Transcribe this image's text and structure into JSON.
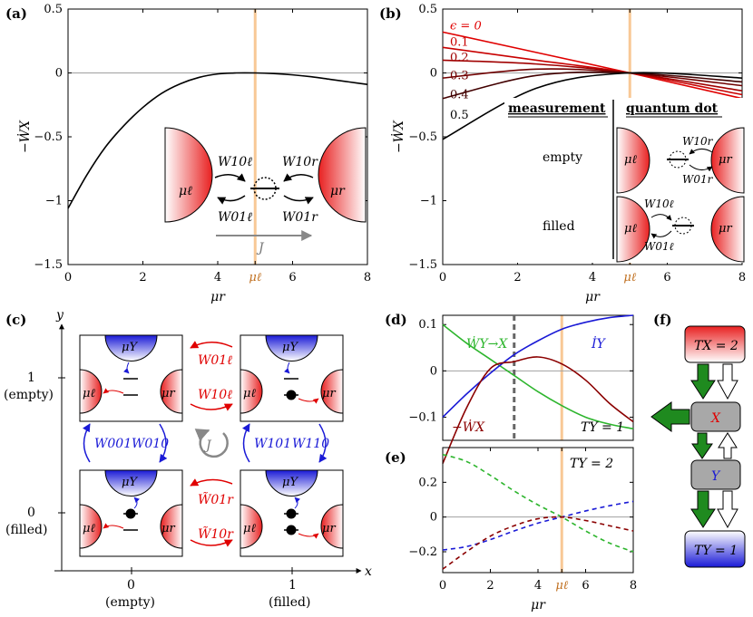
{
  "colors": {
    "red": "#e00000",
    "darkred": "#8b0000",
    "blue": "#1a1ad6",
    "green": "#2db52d",
    "orange_line": "#f8c896",
    "gray_zero": "#a0a0a0",
    "arrow_green": "#1f8a1f",
    "box_gray": "#a8a8a8"
  },
  "panel_labels": [
    "(a)",
    "(b)",
    "(c)",
    "(d)",
    "(e)",
    "(f)"
  ],
  "chart_data": [
    {
      "id": "a",
      "type": "line",
      "xlabel": "μr",
      "ylabel": "−ẆX",
      "xlim": [
        0,
        8
      ],
      "ylim": [
        -1.5,
        0.5
      ],
      "xticks": [
        "0",
        "2",
        "4",
        "μℓ",
        "6",
        "8"
      ],
      "yticks": [
        "0.5",
        "0",
        "−0.5",
        "−1",
        "−1.5"
      ],
      "mu_l": 5,
      "series": [
        {
          "x": [
            0,
            0.5,
            1,
            1.5,
            2,
            2.5,
            3,
            3.5,
            4,
            4.5,
            5,
            5.5,
            6,
            6.5,
            7,
            7.5,
            8
          ],
          "y": [
            -1.06,
            -0.8,
            -0.58,
            -0.41,
            -0.27,
            -0.16,
            -0.085,
            -0.035,
            -0.008,
            0.0,
            0.0,
            -0.005,
            -0.015,
            -0.03,
            -0.05,
            -0.07,
            -0.09
          ]
        }
      ],
      "inset": {
        "mu_left": "μℓ",
        "mu_right": "μr",
        "rates": [
          "W10ℓ",
          "W10r",
          "W01ℓ",
          "W01r"
        ],
        "current": "J"
      }
    },
    {
      "id": "b",
      "type": "line",
      "xlabel": "μr",
      "ylabel": "−ẆX",
      "xlim": [
        0,
        8
      ],
      "ylim": [
        -1.5,
        0.5
      ],
      "xticks": [
        "0",
        "2",
        "4",
        "μℓ",
        "6",
        "8"
      ],
      "yticks": [
        "0.5",
        "0",
        "−0.5",
        "−1",
        "−1.5"
      ],
      "series_labels": [
        "ϵ = 0",
        "0.1",
        "0.2",
        "0.3",
        "0.4",
        "0.5"
      ],
      "series": [
        {
          "name": "ϵ = 0",
          "x": [
            0,
            5,
            8
          ],
          "y": [
            0.32,
            0.0,
            -0.2
          ]
        },
        {
          "name": "0.1",
          "x": [
            0,
            2.5,
            5,
            8
          ],
          "y": [
            0.2,
            0.1,
            0.0,
            -0.17
          ]
        },
        {
          "name": "0.2",
          "x": [
            0,
            2.5,
            5,
            8
          ],
          "y": [
            0.1,
            0.07,
            0.0,
            -0.14
          ]
        },
        {
          "name": "0.3",
          "x": [
            0,
            2.5,
            5,
            8
          ],
          "y": [
            -0.04,
            0.03,
            0.0,
            -0.1
          ]
        },
        {
          "name": "0.4",
          "x": [
            0,
            2.5,
            5,
            8
          ],
          "y": [
            -0.2,
            -0.02,
            0.0,
            -0.07
          ]
        },
        {
          "name": "0.5",
          "x": [
            0,
            2.5,
            5,
            8
          ],
          "y": [
            -0.52,
            -0.12,
            0.0,
            -0.04
          ]
        }
      ],
      "table": {
        "col_headers": [
          "measurement",
          "quantum dot"
        ],
        "rows": [
          "empty",
          "filled"
        ],
        "rates_empty": [
          "W10r",
          "W01r"
        ],
        "rates_filled": [
          "W10ℓ",
          "W01ℓ"
        ],
        "mu_left": "μℓ",
        "mu_right": "μr"
      }
    },
    {
      "id": "d",
      "type": "line",
      "xlim": [
        0,
        8
      ],
      "ylim": [
        -0.15,
        0.12
      ],
      "yticks": [
        "0.1",
        "0",
        "−0.1"
      ],
      "annotation": "TY = 1",
      "series": [
        {
          "name": "ẆY→X",
          "x": [
            0,
            1,
            2,
            3,
            4,
            5,
            6,
            7,
            8
          ],
          "y": [
            0.1,
            0.06,
            0.025,
            -0.01,
            -0.045,
            -0.075,
            -0.1,
            -0.115,
            -0.125
          ]
        },
        {
          "name": "İY",
          "x": [
            0,
            1,
            2,
            3,
            4,
            5,
            6,
            7,
            8
          ],
          "y": [
            -0.1,
            -0.05,
            -0.005,
            0.035,
            0.065,
            0.09,
            0.105,
            0.115,
            0.12
          ]
        },
        {
          "name": "−ẆX",
          "x": [
            0,
            1,
            2,
            3,
            4,
            5,
            6,
            7,
            8
          ],
          "y": [
            -0.2,
            -0.08,
            0.005,
            0.02,
            0.03,
            0.015,
            -0.02,
            -0.07,
            -0.11
          ]
        }
      ],
      "dashed_vline_x": 3,
      "mu_l": 5
    },
    {
      "id": "e",
      "type": "line",
      "xlabel": "μr",
      "xlim": [
        0,
        8
      ],
      "ylim": [
        -0.32,
        0.4
      ],
      "xticks": [
        "0",
        "2",
        "4",
        "μℓ",
        "6",
        "8"
      ],
      "yticks": [
        "0.2",
        "0",
        "−0.2"
      ],
      "annotation": "TY = 2",
      "series": [
        {
          "name": "green",
          "x": [
            0,
            1,
            2,
            3,
            4,
            5,
            6,
            7,
            8
          ],
          "y": [
            0.36,
            0.32,
            0.24,
            0.15,
            0.07,
            0.0,
            -0.08,
            -0.15,
            -0.2
          ]
        },
        {
          "name": "blue",
          "x": [
            0,
            1,
            2,
            3,
            4,
            5,
            6,
            7,
            8
          ],
          "y": [
            -0.19,
            -0.17,
            -0.13,
            -0.08,
            -0.035,
            0.0,
            0.035,
            0.065,
            0.09
          ]
        },
        {
          "name": "darkred",
          "x": [
            0,
            1,
            2,
            3,
            4,
            5,
            6,
            7,
            8
          ],
          "y": [
            -0.3,
            -0.2,
            -0.11,
            -0.05,
            -0.01,
            0.0,
            -0.02,
            -0.05,
            -0.08
          ]
        }
      ],
      "mu_l": 5
    }
  ],
  "panel_c": {
    "xlabel": "x",
    "ylabel": "y",
    "xticks": [
      "0",
      "1"
    ],
    "xtick_sub": [
      "(empty)",
      "(filled)"
    ],
    "yticks": [
      "1",
      "0"
    ],
    "ytick_sub": [
      "(empty)",
      "(filled)"
    ],
    "mu_y": "μY",
    "mu_l": "μℓ",
    "mu_r": "μr",
    "red_rates_top": [
      "W01ℓ",
      "W10ℓ"
    ],
    "red_rates_bottom": [
      "W̃01r",
      "W̃10r"
    ],
    "blue_rates": [
      "W001",
      "W010",
      "W101",
      "W110"
    ],
    "cycle": "J"
  },
  "panel_f": {
    "top": "TX = 2",
    "mid1": "X",
    "mid2": "Y",
    "bottom": "TY = 1"
  }
}
